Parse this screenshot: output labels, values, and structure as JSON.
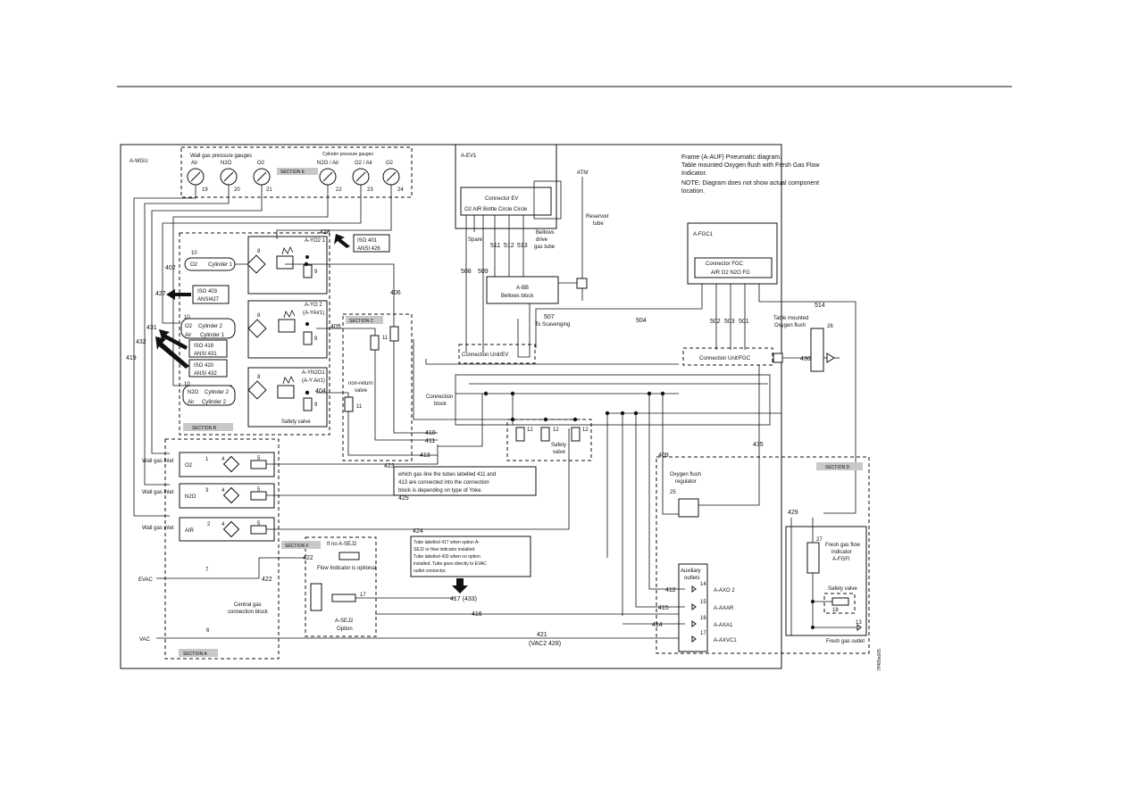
{
  "frame_note": {
    "line1": "Frame (A-AUF) Pneumatic diagram.",
    "line2": "Table mounted Oxygen flush  with Fresh Gas Flow",
    "line3": "Indicator.",
    "note1": "NOTE: Diagram does not show actual component",
    "note2": "location."
  },
  "modules": {
    "wgu": "A-WGU",
    "ev1": "A-EV1",
    "fgc1": "A-FGC1",
    "connector_ev": "Connector EV",
    "connector_ev_cols": "O2   AIR  Bottle  Circle  Circle",
    "connector_fgc": "Connector FGC",
    "connector_fgc_cols": "AIR   O2   N2O    FG",
    "conn_unit_ev": "Connection Unit/EV",
    "conn_unit_fgc": "Connection Unit/FGC",
    "bellows_a": "A-BB",
    "bellows_b": "Bellows block",
    "atm": "ATM",
    "reservoir_a": "Reservoir",
    "reservoir_b": "tube",
    "bellows_drive_a": "Bellows",
    "bellows_drive_b": "drive",
    "bellows_drive_c": "gas tube",
    "spare": "Spare",
    "to_scav": "To Scavenging",
    "conn_block_a": "Connection",
    "conn_block_b": "block"
  },
  "gauges": {
    "wall_title": "Wall gas pressure gauges",
    "cyl_title": "Cylinder pressure gauges",
    "labels": [
      "Air",
      "N2O",
      "O2",
      "N2O / Air",
      "O2 / Air",
      "O2"
    ],
    "numbers": [
      "19",
      "20",
      "21",
      "22",
      "23",
      "24"
    ]
  },
  "sections": {
    "a": "SECTION A",
    "b": "SECTION B",
    "c": "SECTION C",
    "d": "SECTION D",
    "e": "SECTION E",
    "f": "SECTION F"
  },
  "yokes": {
    "y1_name": "A-YO2 1",
    "y2_name_a": "A-YO 2",
    "y2_name_b": "(A-YAir1)",
    "y3_name_a": "A-YN2O1",
    "y3_name_b": "(A-Y Air1)",
    "cyl1": "Cylinder 1",
    "cyl2": "Cylinder 2",
    "air": "Air",
    "o2": "O2",
    "n2o": "N2O",
    "safety": "Safety valve",
    "non_return_a": "non-return",
    "non_return_b": "valve"
  },
  "iso_boxes": [
    {
      "a": "ISO 401",
      "b": "ANSI 426"
    },
    {
      "a": "ISO 403",
      "b": "ANSI427"
    },
    {
      "a": "ISO 418",
      "b": "ANSI 431"
    },
    {
      "a": "ISO 420",
      "b": "ANSI 432"
    }
  ],
  "inlets": {
    "wall_inlet": "Wall gas inlet",
    "o2": "O2",
    "n2o": "N2O",
    "air": "AIR",
    "evac": "EVAC",
    "vac": "VAC",
    "central_a": "Central gas",
    "central_b": "connection block"
  },
  "notes": {
    "yoke_1": "which gas line the tubes labelled 411 and",
    "yoke_2": "413 are connected into the connection",
    "yoke_3": "block is depending on type of Yoke.",
    "sej_if": "If no A-SEJ2",
    "flow_opt": "Flow Indicator is  optional",
    "sej_name": "A-SEJ2",
    "sej_opt": "Option",
    "tube_1": "Tube labelled 417 when option A-",
    "tube_2": "SEJ2 or flow indicator installed.",
    "tube_3": "Tube labelled 433 when no option",
    "tube_4": "installed. Tube goes directly to EVAC",
    "tube_5": "outlet connector.",
    "safety_valve_a": "Safety",
    "safety_valve_b": "valve"
  },
  "section_d": {
    "oxy_reg_a": "Oxygen flush",
    "oxy_reg_b": "regulator",
    "aux_a": "Auxiliary",
    "aux_b": "outlets",
    "axo2": "A-AXO 2",
    "axar": "A-AXAR",
    "axa1": "A-AXA1",
    "axvc1": "A-AXVC1",
    "fgf_a": "Fresh gas flow",
    "fgf_b": "indicator",
    "fgf_c": "A-FGFI",
    "safety": "Safety valve",
    "fresh_out": "Fresh gas outlet",
    "flush_a": "Table mounted",
    "flush_b": "Oxygen flush"
  },
  "tubes": {
    "t402": "402",
    "t404": "404",
    "t405": "405",
    "t406": "406",
    "t409": "409",
    "t410": "410",
    "t411": "411",
    "t412": "412",
    "t413": "413",
    "t414": "414",
    "t415": "415",
    "t416": "416",
    "t417": "417 (433)",
    "t419": "419",
    "t421": "421",
    "t421b": "(VAC2 428)",
    "t422a": "422",
    "t422b": "422",
    "t423": "423",
    "t424": "424",
    "t425": "425",
    "t427": "427",
    "t428": "428",
    "t429": "429",
    "t430": "430",
    "t431": "431",
    "t432": "432",
    "t435": "435",
    "t501": "501",
    "t502": "502",
    "t503": "503",
    "t504": "504",
    "t507": "507",
    "t508": "508",
    "t509": "509",
    "t511": "511",
    "t512": "512",
    "t513": "513",
    "t514": "514"
  },
  "component_numbers": {
    "n1": "1",
    "n2": "2",
    "n3": "3",
    "n4": "4",
    "n5": "5",
    "n6": "6",
    "n7": "7",
    "n8": "8",
    "n9": "9",
    "n10": "10",
    "n11": "11",
    "n12": "12",
    "n13": "13",
    "n14": "14",
    "n15": "15",
    "n16": "16",
    "n17": "17",
    "n18": "18",
    "n25": "25",
    "n26": "26",
    "n27": "27"
  },
  "doc_code": "7ff489a005"
}
